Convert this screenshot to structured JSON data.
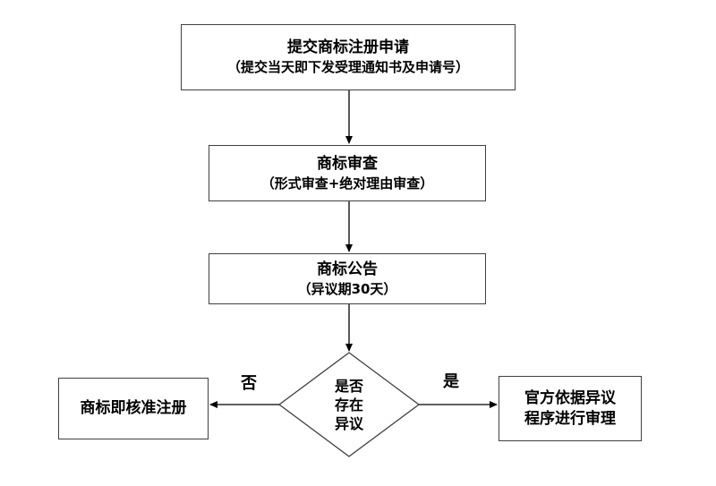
{
  "flowchart": {
    "background_color": "#ffffff",
    "box_border_color": "#404040",
    "arrow_color": "#000000",
    "text_color": "#000000",
    "nodes": {
      "submit": {
        "line1": "提交商标注册申请",
        "line2": "（提交当天即下发受理通知书及申请号）"
      },
      "review": {
        "line1": "商标审查",
        "line2": "（形式审查+绝对理由审查）"
      },
      "publication": {
        "line1": "商标公告",
        "line2": "（异议期30天）"
      },
      "decision": {
        "line1": "是否",
        "line2": "存在",
        "line3": "异议"
      },
      "approved": {
        "line1": "商标即核准注册"
      },
      "opposition": {
        "line1": "官方依据异议",
        "line2": "程序进行审理"
      }
    },
    "edge_labels": {
      "no": "否",
      "yes": "是"
    }
  }
}
